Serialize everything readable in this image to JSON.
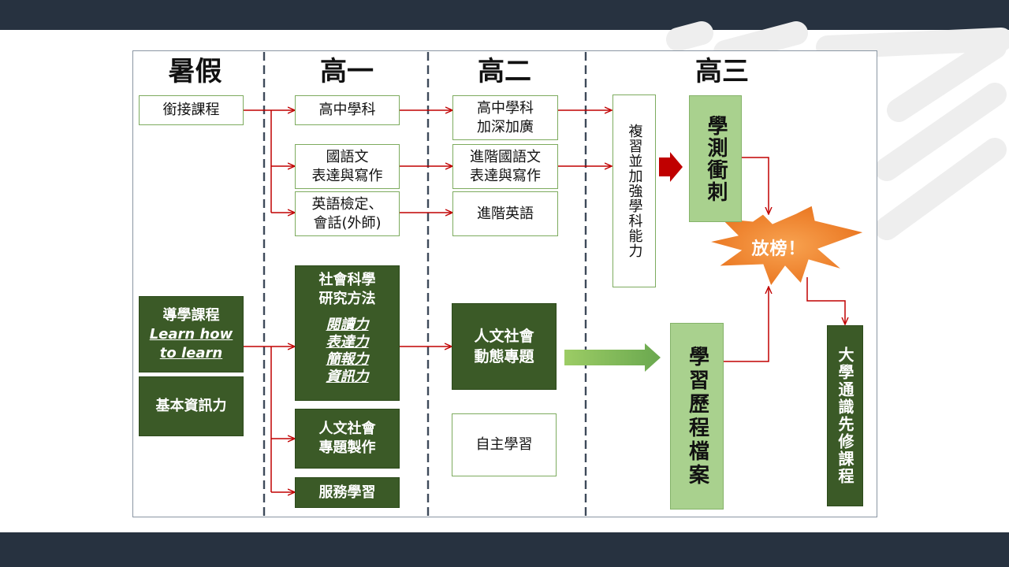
{
  "columns": {
    "summer": "暑假",
    "grade10": "高一",
    "grade11": "高二",
    "grade12": "高三"
  },
  "summer": {
    "bridge": "銜接課程",
    "intro_course": "導學課程",
    "intro_en_1": "Learn how",
    "intro_en_2": "to learn",
    "info_skills": "基本資訊力"
  },
  "grade10": {
    "hs_subjects": "高中學科",
    "chinese_1": "國語文",
    "chinese_2": "表達與寫作",
    "english_1": "英語檢定、",
    "english_2": "會話(外師)",
    "social_1": "社會科學",
    "social_2": "研究方法",
    "skills": [
      "閱讀力",
      "表達力",
      "簡報力",
      "資訊力"
    ],
    "humanities_1": "人文社會",
    "humanities_2": "專題製作",
    "service": "服務學習"
  },
  "grade11": {
    "deep_1": "高中學科",
    "deep_2": "加深加廣",
    "adv_chinese_1": "進階國語文",
    "adv_chinese_2": "表達與寫作",
    "adv_english": "進階英語",
    "dynamic_1": "人文社會",
    "dynamic_2": "動態專題",
    "self_study": "自主學習"
  },
  "grade12": {
    "review": "複習並加強學科能力",
    "exam_sprint": "學測衝刺",
    "portfolio": "學習歷程檔案",
    "result": "放榜！",
    "university": "大學通識先修課程"
  },
  "colors": {
    "band": "#273240",
    "dark_green": "#3b5a27",
    "light_green": "#a9d18e",
    "arrow_red": "#c00000",
    "burst_orange": "#f07c21"
  }
}
